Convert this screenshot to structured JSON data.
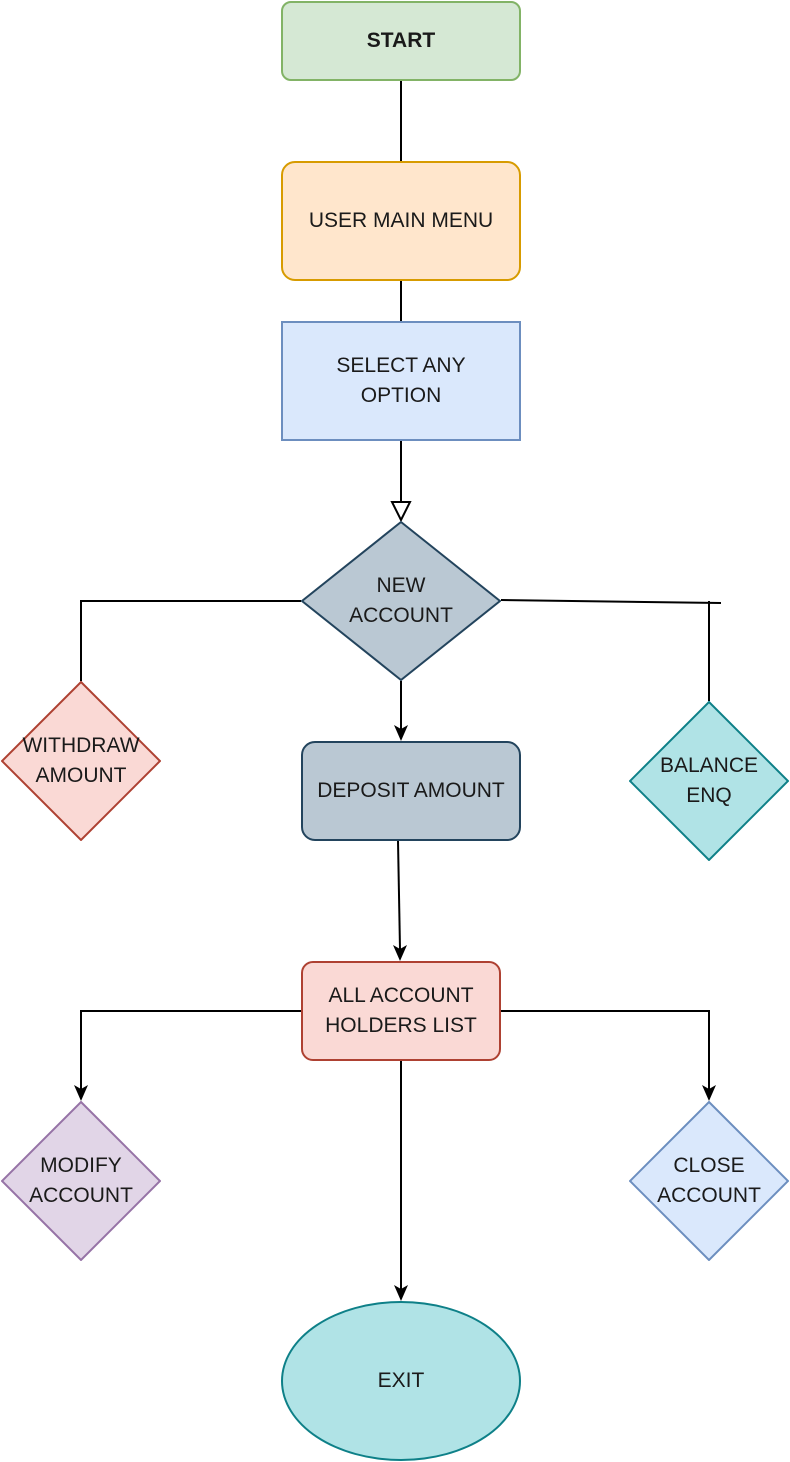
{
  "diagram": {
    "start": {
      "label": "START",
      "fill": "#d5e8d4",
      "stroke": "#82b366"
    },
    "user_main_menu": {
      "label": "USER MAIN MENU",
      "fill": "#ffe6cc",
      "stroke": "#d79b00"
    },
    "select_option": {
      "label": "SELECT ANY\nOPTION",
      "fill": "#dae8fc",
      "stroke": "#6c8ebf"
    },
    "new_account": {
      "label": "NEW\nACCOUNT",
      "fill": "#bac8d3",
      "stroke": "#23445d"
    },
    "withdraw_amount": {
      "label": "WITHDRAW\nAMOUNT",
      "fill": "#fad9d5",
      "stroke": "#ae4132"
    },
    "deposit_amount": {
      "label": "DEPOSIT AMOUNT",
      "fill": "#bac8d3",
      "stroke": "#23445d"
    },
    "balance_enq": {
      "label": "BALANCE\nENQ",
      "fill": "#b0e3e6",
      "stroke": "#0e8088"
    },
    "all_account_holders": {
      "label": "ALL ACCOUNT\nHOLDERS LIST",
      "fill": "#fad9d5",
      "stroke": "#ae4132"
    },
    "modify_account": {
      "label": "MODIFY\nACCOUNT",
      "fill": "#e1d5e7",
      "stroke": "#9673a6"
    },
    "close_account": {
      "label": "CLOSE\nACCOUNT",
      "fill": "#dae8fc",
      "stroke": "#6c8ebf"
    },
    "exit": {
      "label": "EXIT",
      "fill": "#b0e3e6",
      "stroke": "#0e8088"
    }
  }
}
